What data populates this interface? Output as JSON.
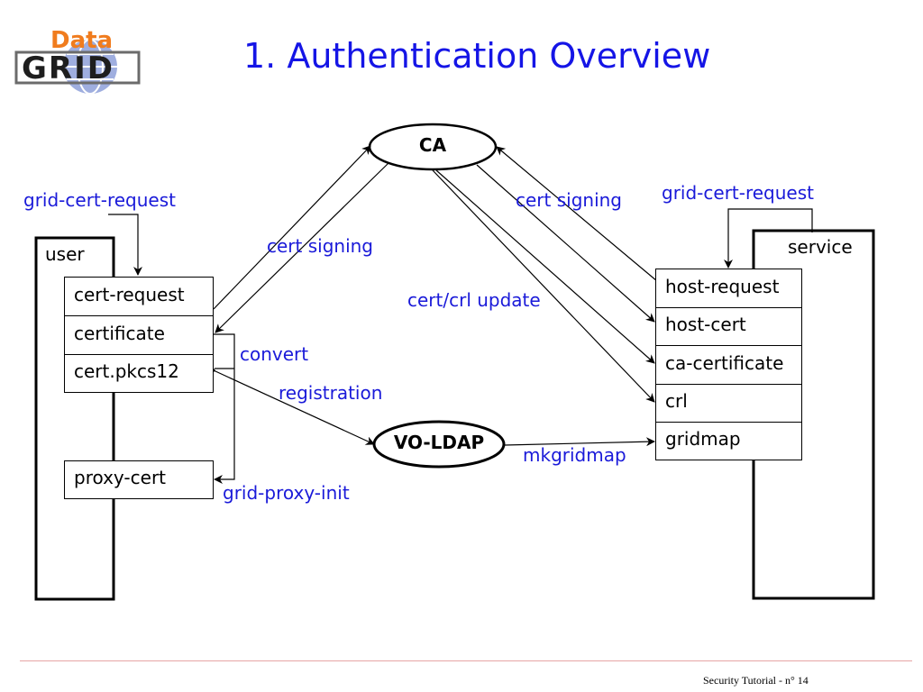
{
  "logo": {
    "top_text": "Data",
    "bottom_text": "GRID"
  },
  "title": "1. Authentication Overview",
  "nodes": {
    "ca": "CA",
    "vo_ldap": "VO-LDAP"
  },
  "user": {
    "label": "user",
    "files": [
      "cert-request",
      "certificate",
      "cert.pkcs12",
      "proxy-cert"
    ]
  },
  "service": {
    "label": "service",
    "files": [
      "host-request",
      "host-cert",
      "ca-certificate",
      "crl",
      "gridmap"
    ]
  },
  "labels": {
    "grid_cert_request_left": "grid-cert-request",
    "grid_cert_request_right": "grid-cert-request",
    "cert_signing_left": "cert signing",
    "cert_signing_right": "cert signing",
    "cert_crl_update": "cert/crl update",
    "convert": "convert",
    "registration": "registration",
    "grid_proxy_init": "grid-proxy-init",
    "mkgridmap": "mkgridmap"
  },
  "footer": "Security Tutorial - n° 14",
  "colors": {
    "title": "#1515e6",
    "label": "#1a1ad9",
    "footer_line": "#e7a5a5",
    "logo_orange": "#f07c1e",
    "logo_globe": "#6f86c9"
  }
}
